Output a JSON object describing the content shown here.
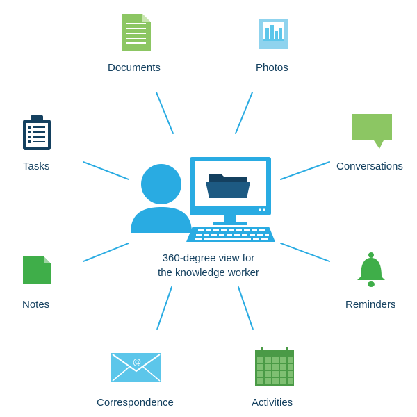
{
  "center": {
    "caption_line1": "360-degree view for",
    "caption_line2": "the knowledge worker"
  },
  "items": {
    "documents": "Documents",
    "photos": "Photos",
    "conversations": "Conversations",
    "tasks": "Tasks",
    "notes": "Notes",
    "reminders": "Reminders",
    "correspondence": "Correspondence",
    "activities": "Activities"
  },
  "colors": {
    "blue": "#29abe2",
    "light_blue": "#5cc6ea",
    "navy": "#14405f",
    "green": "#3fae49",
    "light_green": "#8cc663",
    "dark_green": "#4a9a46"
  },
  "icons": {
    "documents": "document-icon",
    "photos": "photo-icon",
    "conversations": "speech-bubble-icon",
    "tasks": "clipboard-checklist-icon",
    "notes": "note-icon",
    "reminders": "bell-icon",
    "correspondence": "envelope-icon",
    "activities": "calendar-icon",
    "center": "user-computer-icon"
  }
}
